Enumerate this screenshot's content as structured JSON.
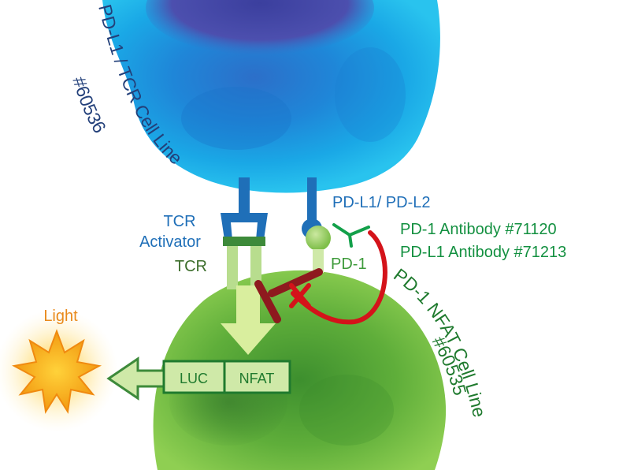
{
  "labels": {
    "top_cell_line": "PD-L1 / TCR Cell Line",
    "top_cell_catalog": "#60536",
    "tcr_activator": [
      "TCR",
      "Activator"
    ],
    "tcr": "TCR",
    "pd_l1_l2": "PD-L1/ PD-L2",
    "antibody_1": "PD-1 Antibody #71120",
    "antibody_2": "PD-L1 Antibody #71213",
    "pd1": "PD-1",
    "bottom_cell_line": "PD-1 NFAT Cell Line",
    "bottom_cell_catalog": "#60535",
    "light": "Light",
    "reporter_luc": "LUC",
    "reporter_nfat": "NFAT"
  },
  "colors": {
    "blue_text": "#1f6fb8",
    "dark_blue_text": "#23407a",
    "green_text": "#139040",
    "dark_green_text": "#3d6e2c",
    "orange_text": "#e98a1c",
    "red_antibody": "#d4131a",
    "dark_red_blocker": "#8e1a1e"
  }
}
